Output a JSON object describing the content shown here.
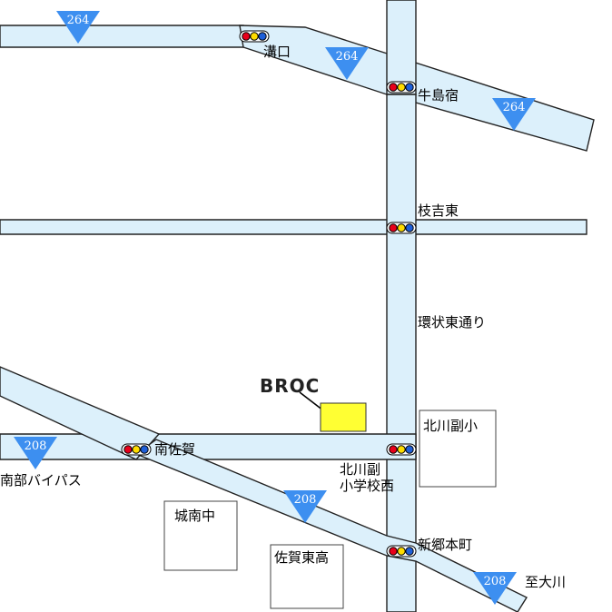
{
  "colors": {
    "road_fill": "#dcf0fb",
    "road_stroke": "#222222",
    "shield": "#3d8ff0",
    "marker": "#ffff33",
    "signal_red": "#e8001a",
    "signal_yellow": "#ffdd00",
    "signal_blue": "#1e5fd8"
  },
  "routes": {
    "r264": "264",
    "r208": "208"
  },
  "intersections": {
    "mizoguchi": "溝口",
    "ushijimajuku": "牛島宿",
    "edayoshi_higashi": "枝吉東",
    "minami_saga": "南佐賀",
    "kitakawazoe": "北川副",
    "kitakawazoe_line2": "小学校西",
    "shingo_honmachi": "新郷本町"
  },
  "roads": {
    "kanjo": "環状東通り",
    "bypass": "南部バイパス",
    "to_okawa": "至大川"
  },
  "buildings": {
    "kitakawazoe_elem": "北川副小",
    "jonan_jhs": "城南中",
    "sagahigashi_hs": "佐賀東高"
  },
  "destination": {
    "logo": "BROC"
  }
}
